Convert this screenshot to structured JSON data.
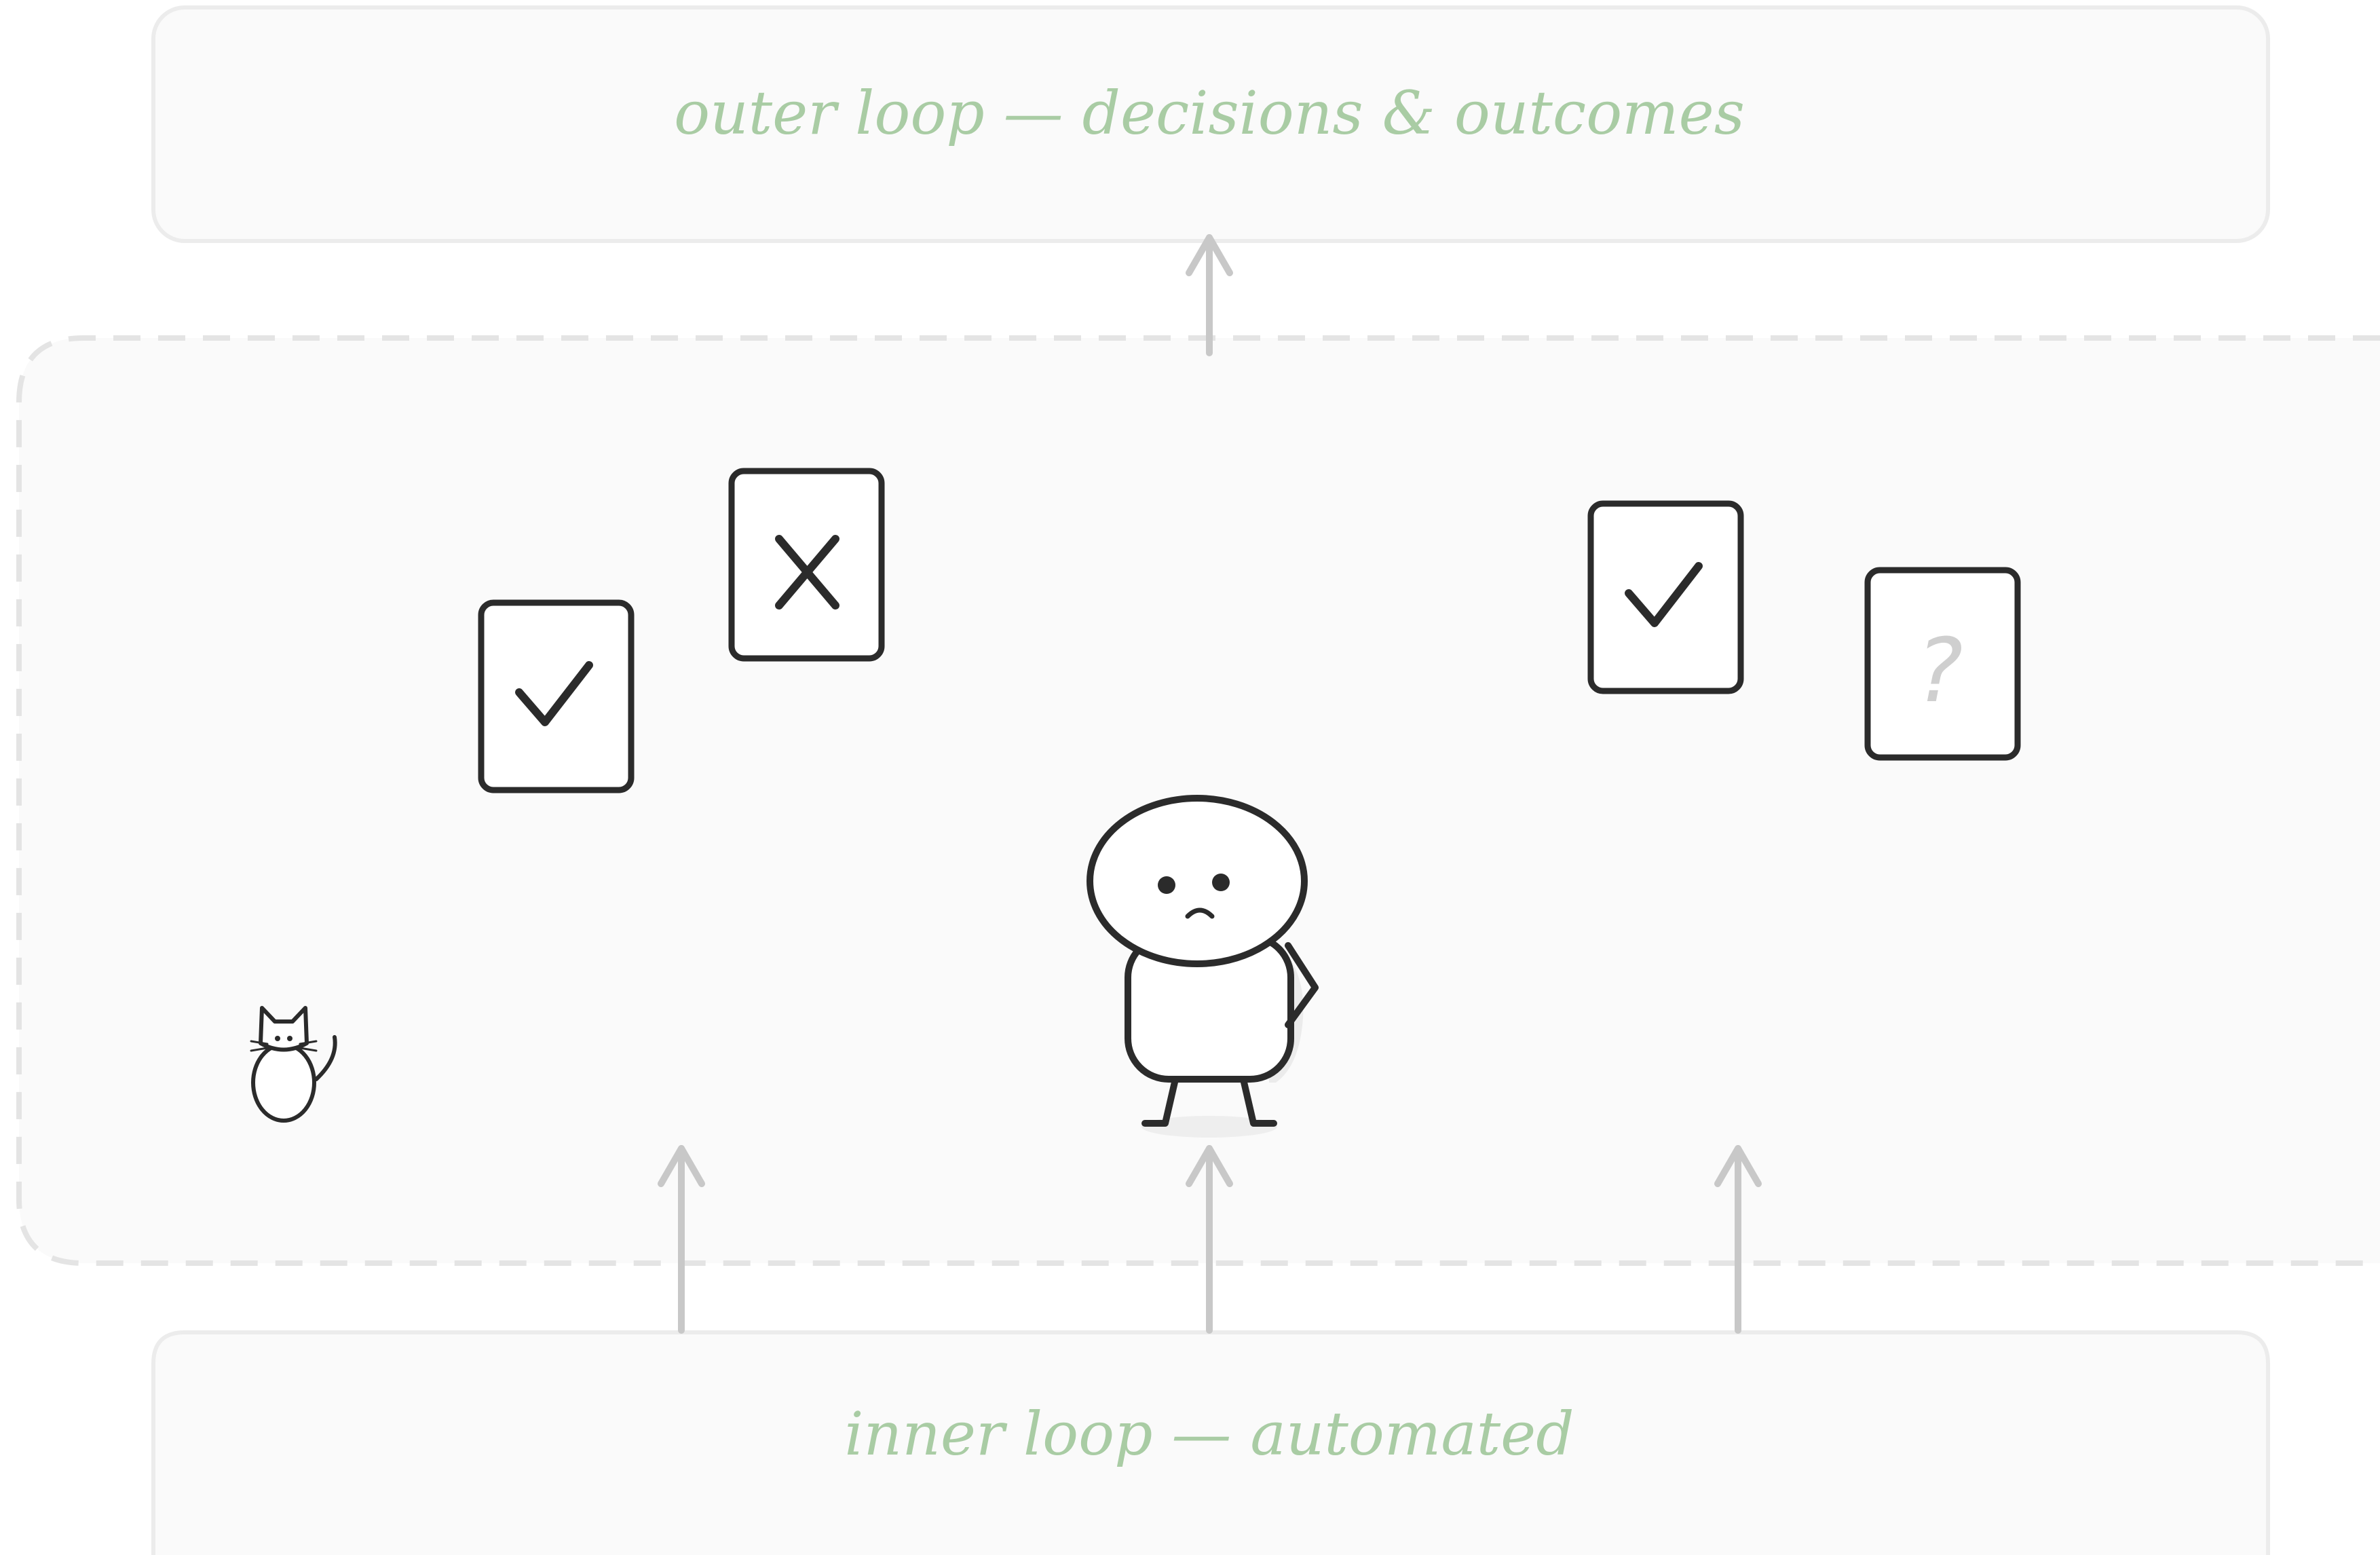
{
  "outer_loop": {
    "label": "outer loop — decisions & outcomes"
  },
  "inner_loop": {
    "label": "inner loop — automated"
  },
  "middle_zone": {
    "border": "dashed"
  },
  "cards": [
    {
      "name": "checkmark-card-left",
      "mark": "check"
    },
    {
      "name": "x-card",
      "mark": "x"
    },
    {
      "name": "checkmark-card-right",
      "mark": "check"
    },
    {
      "name": "question-card",
      "mark": "?"
    }
  ],
  "colors": {
    "panel_fill": "#fafafa",
    "panel_border": "#ececec",
    "dashed_border": "#e4e4e4",
    "label_text": "#a9cca4",
    "arrow": "#c8c8c8",
    "ink": "#2b2b2b"
  },
  "icons": [
    "stick-figure-icon",
    "cat-icon",
    "check-icon",
    "x-icon",
    "question-icon",
    "arrow-up-icon"
  ]
}
